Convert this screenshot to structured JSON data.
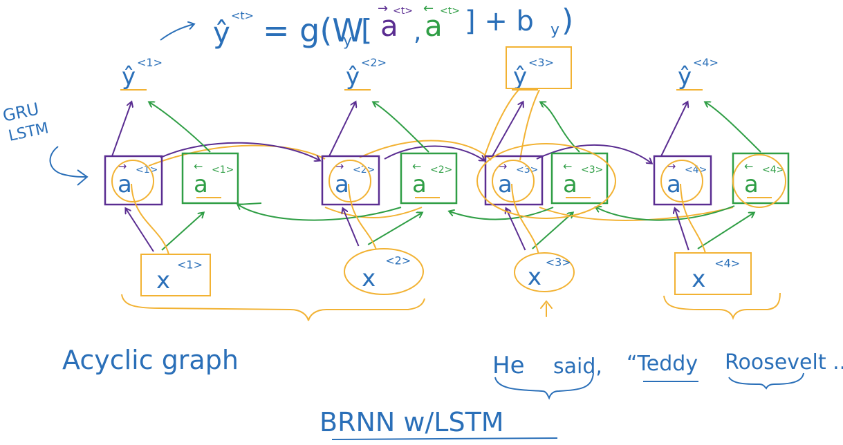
{
  "colors": {
    "blue": "#2a6fb8",
    "purple": "#5a2d91",
    "green": "#2f9e45",
    "orange": "#f2b233",
    "black": "#111111"
  },
  "formula": {
    "y_hat": "ŷ",
    "sup_t": "<t>",
    "eq_g": "= g(W",
    "sub_y": "y",
    "open_bracket": "[",
    "a_fwd": "a",
    "arrow_fwd": "→",
    "sup_t_fwd": "<t>",
    "comma": ",",
    "a_bwd": "a",
    "arrow_bwd": "←",
    "sup_t_bwd": "<t>",
    "close_plus_b": "] + b",
    "sub_y2": "y",
    "close_paren": ")"
  },
  "outputs": [
    {
      "label": "ŷ",
      "sup": "<1>"
    },
    {
      "label": "ŷ",
      "sup": "<2>"
    },
    {
      "label": "ŷ",
      "sup": "<3>"
    },
    {
      "label": "ŷ",
      "sup": "<4>"
    }
  ],
  "forward_cells": [
    {
      "arrow": "→",
      "label": "a",
      "sup": "<1>"
    },
    {
      "arrow": "→",
      "label": "a",
      "sup": "<2>"
    },
    {
      "arrow": "→",
      "label": "a",
      "sup": "<3>"
    },
    {
      "arrow": "→",
      "label": "a",
      "sup": "<4>"
    }
  ],
  "backward_cells": [
    {
      "arrow": "←",
      "label": "a",
      "sup": "<1>"
    },
    {
      "arrow": "←",
      "label": "a",
      "sup": "<2>"
    },
    {
      "arrow": "←",
      "label": "a",
      "sup": "<3>"
    },
    {
      "arrow": "←",
      "label": "a",
      "sup": "<4>"
    }
  ],
  "inputs": [
    {
      "label": "x",
      "sup": "<1>"
    },
    {
      "label": "x",
      "sup": "<2>"
    },
    {
      "label": "x",
      "sup": "<3>"
    },
    {
      "label": "x",
      "sup": "<4>"
    }
  ],
  "side_note": {
    "line1": "GRU",
    "line2": "LSTM"
  },
  "acyclic_label": "Acyclic graph",
  "sentence": {
    "w1": "He",
    "w2": "said,",
    "w3": "“Teddy",
    "w4": "Roosevelt ....”"
  },
  "title": "BRNN  w/LSTM"
}
